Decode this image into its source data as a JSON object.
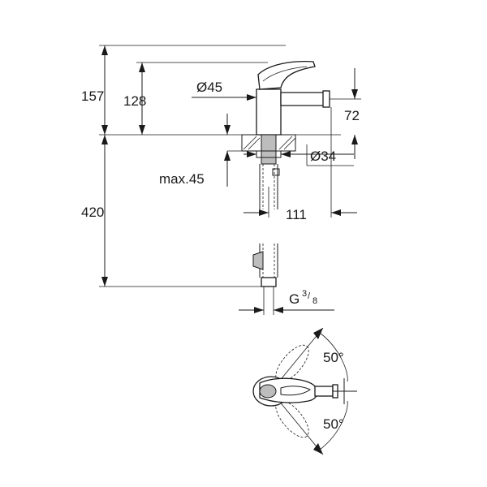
{
  "dimensions": {
    "total_height": "157",
    "lever_height": "128",
    "body_diameter": "Ø45",
    "spout_height": "72",
    "hole_diameter": "Ø34",
    "max_deck": "max.45",
    "hose_length": "420",
    "reach": "111",
    "connection_main": "G",
    "connection_num": "3",
    "connection_den": "8",
    "rotation_up": "50°",
    "rotation_down": "50°"
  }
}
